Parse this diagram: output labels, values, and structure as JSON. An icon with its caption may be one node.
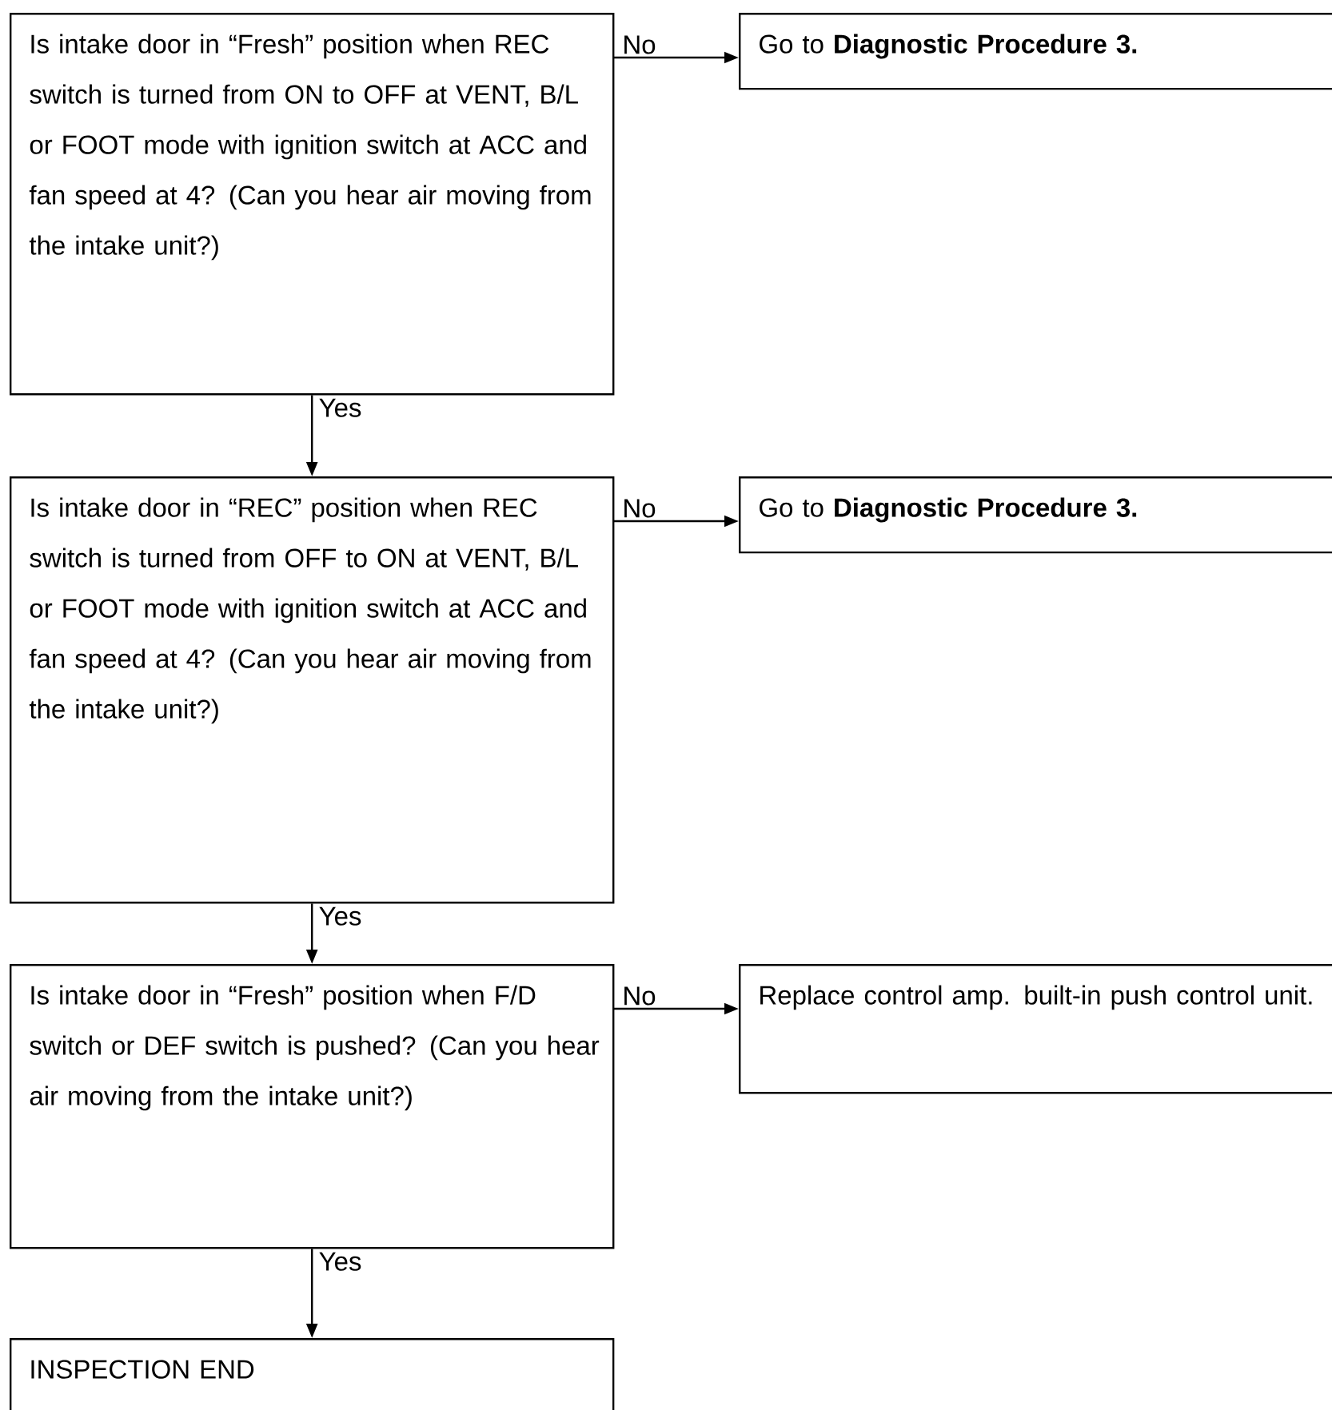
{
  "diagram": {
    "nodes": [
      {
        "text": [
          "Is intake door in “Fresh” position when REC switch is turned from ON to OFF at VENT, B/L or FOOT mode with ignition switch at ACC and fan speed at 4? (Can you hear air moving from the intake unit?)"
        ]
      },
      {
        "text": [
          "Go to **Diagnostic Procedure 3.**"
        ]
      },
      {
        "text": [
          "Is intake door in “REC” position when REC switch is turned from OFF to ON at VENT, B/L or FOOT mode with ignition switch at ACC and fan speed at 4? (Can you hear air moving from the intake unit?)"
        ]
      },
      {
        "text": [
          "Go to **Diagnostic Procedure 3.**"
        ]
      },
      {
        "text": [
          "Is intake door in “Fresh” position when F/D switch or DEF switch is pushed? (Can you hear air moving from the intake unit?)"
        ]
      },
      {
        "text": [
          "Replace control amp. built-in push control unit."
        ]
      },
      {
        "text": [
          "INSPECTION END"
        ]
      }
    ],
    "edges": [
      {
        "from": 0,
        "to": 1,
        "arrow": "to",
        "label": "No"
      },
      {
        "from": 0,
        "to": 2,
        "arrow": "to",
        "label": "Yes"
      },
      {
        "from": 2,
        "to": 3,
        "arrow": "to",
        "label": "No"
      },
      {
        "from": 2,
        "to": 4,
        "arrow": "to",
        "label": "Yes"
      },
      {
        "from": 4,
        "to": 5,
        "arrow": "to",
        "label": "No"
      },
      {
        "from": 4,
        "to": 6,
        "arrow": "to",
        "label": "Yes"
      }
    ]
  }
}
